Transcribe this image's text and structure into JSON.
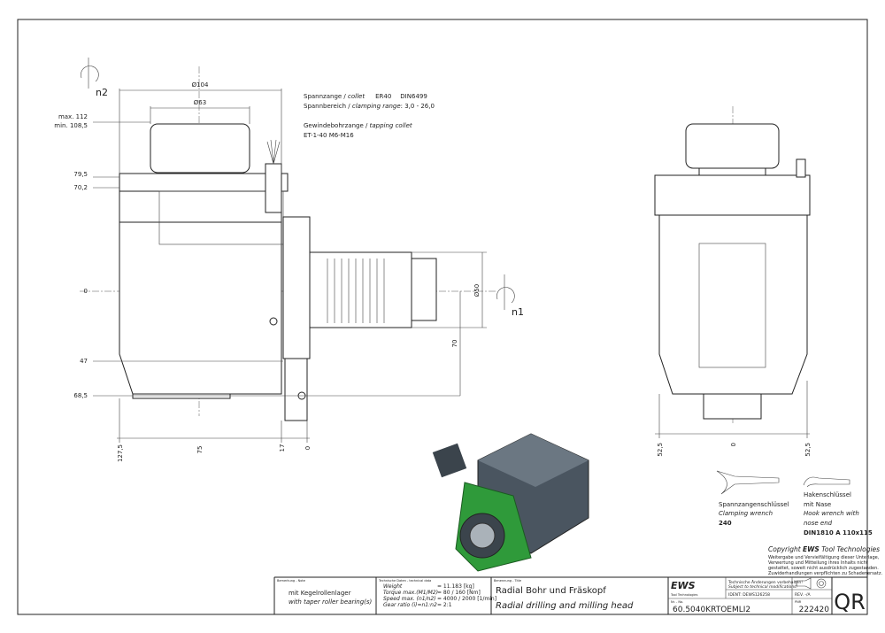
{
  "dimensions": {
    "left_view": {
      "max": "max. 112",
      "min": "min. 108,5",
      "d79": "79,5",
      "d70": "70,2",
      "zero": "0",
      "d47": "47",
      "d68": "68,5",
      "dia104": "Ø104",
      "dia63": "Ø63",
      "dia50": "Ø50",
      "v70": "70",
      "b127": "127,5",
      "b75": "75",
      "b17": "17",
      "b0": "0",
      "n1": "n1",
      "n2": "n2"
    },
    "right_view": {
      "l": "52,5",
      "c": "0",
      "r": "52,5"
    }
  },
  "notes": {
    "collet": [
      "Spannzange / ",
      "collet",
      "ER40",
      "DIN6499"
    ],
    "range": [
      "Spannbereich / ",
      "clamping range",
      ": 3,0 - 26,0"
    ],
    "tapping": [
      "Gewindebohrzange / ",
      "tapping collet"
    ],
    "tapping_spec": "ET-1-40   M6-M16"
  },
  "wrenches": {
    "clamping": {
      "de": "Spannzangenschlüssel",
      "en": "Clamping wrench",
      "size": "240"
    },
    "hook": {
      "de1": "Hakenschlüssel",
      "de2": "mit Nase",
      "en1": "Hook wrench with",
      "en2": "nose end",
      "spec": "DIN1810  A  110x115"
    }
  },
  "copyright": {
    "title_pre": "Copyright ",
    "title_brand": "EWS",
    "title_post": " Tool Technologies",
    "lines": [
      "Weitergabe und Vervielfältigung dieser Unterlage,",
      "Verwertung und Mitteilung ihres Inhalts nicht",
      "gestattet, soweit nicht ausdrücklich zugestanden.",
      "Zuwiderhandlungen verpflichten zu Schadenersatz."
    ]
  },
  "title_block": {
    "remark_label": "Bemerkung - Note",
    "remark_de": "mit Kegelrollenlager",
    "remark_en": "with taper roller bearing(s)",
    "tech_label": "Technische Daten - technical data",
    "tech": [
      [
        "Weight",
        "=  11.183 [kg]"
      ],
      [
        "Torque max.(M1/M2)",
        "=  80 / 160 [Nm]"
      ],
      [
        "Speed max. (n1/n2)",
        "=  4000 / 2000 [1/min]"
      ],
      [
        "Gear ratio  (i)=n1:n2",
        "=  2:1"
      ]
    ],
    "title_label": "Benennung - Title",
    "title_de": "Radial Bohr und Fräskopf",
    "title_en": "Radial drilling and milling head",
    "logo": "EWS",
    "logo_sub": "Tool Technologies",
    "changes_de": "Technische Änderungen vorbehalten!",
    "changes_en": "Subject to technical modifications!",
    "ident": "IDENT:  DEWS126258",
    "rev": "REV.  -/A",
    "no_label": "Nr. - No.",
    "part_no": "60.5040KRTOEMLI2",
    "pnr_label": "PNR",
    "pnr": "222420",
    "qr": "QR"
  }
}
